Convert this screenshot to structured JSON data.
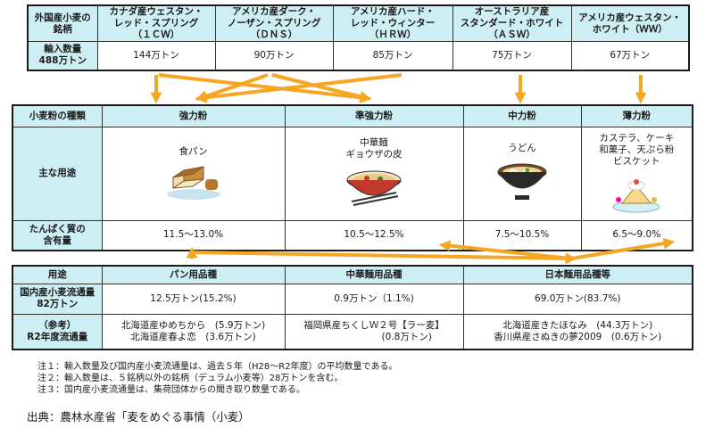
{
  "import_table": {
    "header_label": "外国産小麦の\n銘柄",
    "brands": [
      "カナダ産ウェスタン・\nレッド・スプリング\n（１ＣＷ）",
      "アメリカ産ダーク・\nノーザン・スプリング\n（ＤＮＳ）",
      "アメリカ産ハード・\nレッド・ウィンター\n（ＨＲＷ）",
      "オーストラリア産\nスタンダード・ホワイト\n（ＡＳＷ）",
      "アメリカ産ウェスタン・\nホワイト（ＷＷ）"
    ],
    "volume_label": "輸入数量\n488万トン",
    "volumes": [
      "144万トン",
      "90万トン",
      "85万トン",
      "75万トン",
      "67万トン"
    ]
  },
  "flour_table": {
    "type_label": "小麦粉の種類",
    "types": [
      "強力粉",
      "準強力粉",
      "中力粉",
      "薄力粉"
    ],
    "use_label": "主な用途",
    "uses": [
      "食パン",
      "中華麺\nギョウザの皮",
      "うどん",
      "カステラ、ケーキ\n和菓子、天ぷら粉\nビスケット"
    ],
    "protein_label": "たんぱく質の\n含有量",
    "protein": [
      "11.5～13.0%",
      "10.5～12.5%",
      "7.5～10.5%",
      "6.5～9.0%"
    ]
  },
  "domestic_table": {
    "use_label": "用途",
    "categories": [
      "パン用品種",
      "中華麺用品種",
      "日本麺用品種等"
    ],
    "volume_label": "国内産小麦流通量\n82万トン",
    "volumes": [
      "12.5万トン(15.2%)",
      "0.9万トン（1.1%)",
      "69.0万トン(83.7%)"
    ],
    "ref_label": "（参考）\nR2年度流通量",
    "refs": [
      "北海道産ゆめちから　(5.9万トン)\n北海道産春よ恋　(3.6万トン)",
      "福岡県産ちくしＷ２号【ラー麦】\n　　　　　　　(0.8万トン)",
      "北海道産きたほなみ　(44.3万トン)\n香川県産さぬきの夢2009　(0.6万トン)"
    ]
  },
  "notes": [
    "注１：輸入数量及び国内産小麦流通量は、過去５年（H28～R2年度）の平均数量である。",
    "注２：輸入数量は、５銘柄以外の銘柄（デュラム小麦等）28万トンを含む。",
    "注３：国内産小麦流通量は、集荷団体からの聞き取り数量である。"
  ],
  "source": "出典：農林水産省「麦をめぐる事情（小麦）",
  "colors": {
    "header_bg": "#cdeef3",
    "arrow": "#f5a623",
    "border": "#333333"
  },
  "icons": [
    "bread-icon",
    "ramen-bowl-icon",
    "udon-bowl-icon",
    "cake-icon"
  ]
}
